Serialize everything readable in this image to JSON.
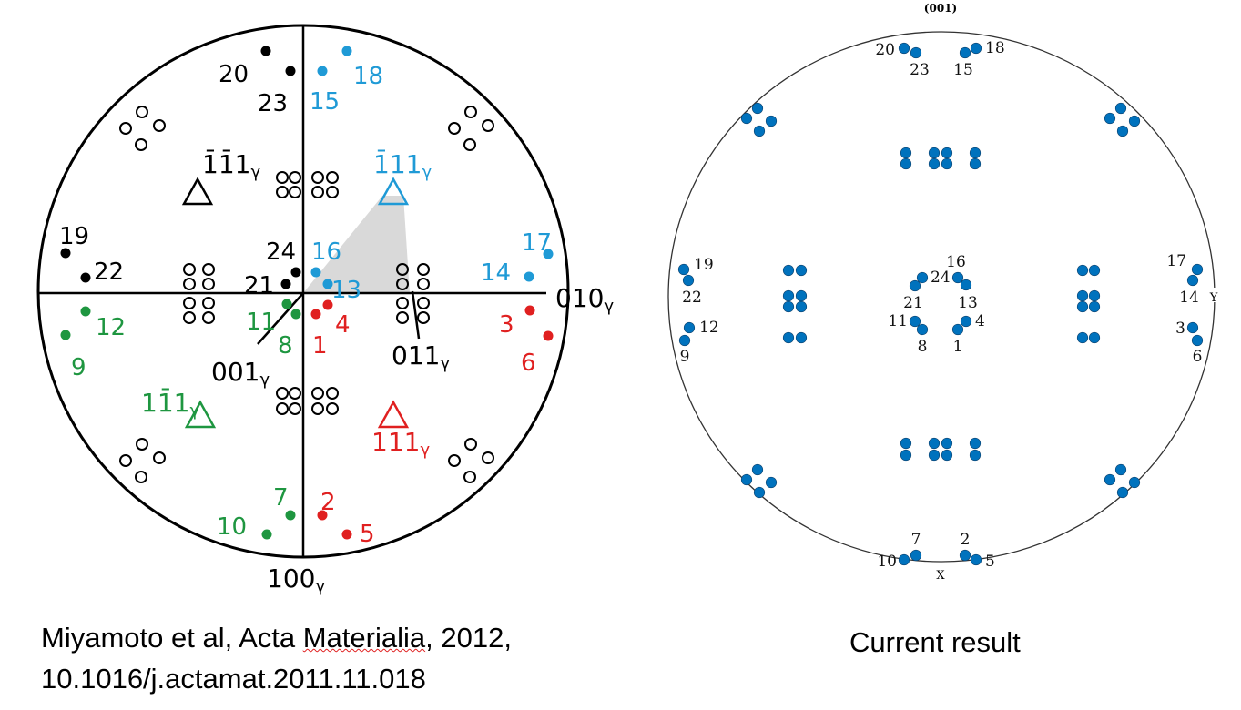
{
  "left_figure": {
    "point_labels": [
      "1",
      "2",
      "3",
      "4",
      "5",
      "6",
      "7",
      "8",
      "9",
      "10",
      "11",
      "12",
      "13",
      "14",
      "15",
      "16",
      "17",
      "18",
      "19",
      "20",
      "21",
      "22",
      "23",
      "24"
    ],
    "pole_labels": {
      "black": "1̄1̄1",
      "blue": "1̄11",
      "green": "11̄1",
      "red": "111",
      "subscript": "γ"
    },
    "axis_labels": {
      "right": "010",
      "bottom": "100",
      "center": "001",
      "diag": "011"
    },
    "colors": {
      "black": "#000000",
      "blue": "#1f9ad6",
      "green": "#1e9640",
      "red": "#e02020",
      "shade": "#d9d9d9"
    }
  },
  "right_figure": {
    "title": "(001)",
    "x_label": "X",
    "y_label": "Y",
    "point_labels": [
      "1",
      "2",
      "3",
      "4",
      "5",
      "6",
      "7",
      "8",
      "9",
      "10",
      "11",
      "12",
      "13",
      "14",
      "15",
      "16",
      "17",
      "18",
      "19",
      "20",
      "21",
      "22",
      "23",
      "24"
    ],
    "marker_color": "#0072bd"
  },
  "captions": {
    "left_line1_a": "Miyamoto et al, Acta ",
    "left_line1_b": "Materialia",
    "left_line1_c": ", 2012,",
    "left_line2": "10.1016/j.actamat.2011.11.018",
    "right": "Current result"
  }
}
